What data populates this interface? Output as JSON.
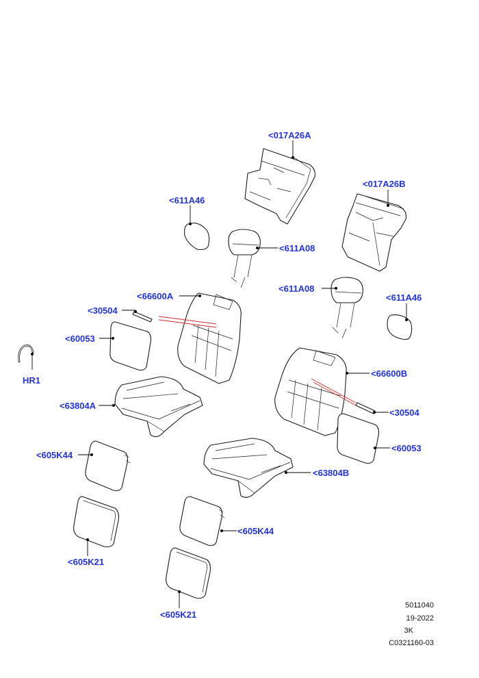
{
  "callouts": {
    "c017A26A": "<017A26A",
    "c017A26B": "<017A26B",
    "c611A46_left": "<611A46",
    "c611A46_right": "<611A46",
    "c611A08_left": "<611A08",
    "c611A08_right": "<611A08",
    "c66600A": "<66600A",
    "c66600B": "<66600B",
    "c30504_left": "<30504",
    "c30504_right": "<30504",
    "c60053_left": "<60053",
    "c60053_right": "<60053",
    "cHR1": "HR1",
    "c63804A": "<63804A",
    "c63804B": "<63804B",
    "c605K44_left": "<605K44",
    "c605K44_right": "<605K44",
    "c605K21_left": "<605K21",
    "c605K21_right": "<605K21"
  },
  "meta": {
    "line1": "5011040",
    "line2": "19-2022",
    "line3": "3K",
    "line4": "C0321160-03"
  },
  "colors": {
    "callout": "#2233dd",
    "line": "#1a1a1a",
    "highlight": "#d42a2a"
  }
}
